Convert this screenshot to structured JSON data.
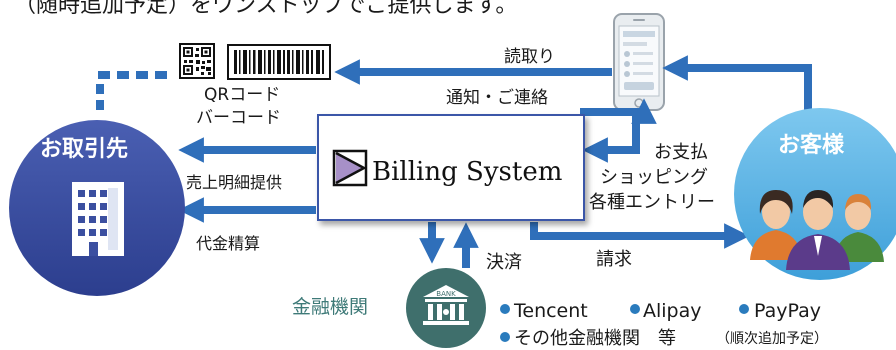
{
  "header_text": "（随時追加予定）をワンストップでご提供します。",
  "system": {
    "name": "Billing System"
  },
  "partner": {
    "label": "お取引先"
  },
  "customer": {
    "label": "お客様"
  },
  "bank": {
    "label": "金融機関",
    "badge": "BANK"
  },
  "codes": {
    "qr_label": "QRコード",
    "barcode_label": "バーコード"
  },
  "flows": {
    "read": "読取り",
    "notify": "通知・ご連絡",
    "pay_lines": [
      "お支払",
      "ショッピング",
      "各種エントリー"
    ],
    "sales_detail": "売上明細提供",
    "settlement": "代金精算",
    "billing": "請求",
    "payment": "決済"
  },
  "providers": {
    "row1": [
      "Tencent",
      "Alipay",
      "PayPay"
    ],
    "row2_main": "その他金融機関　等",
    "row2_note": "（順次追加予定）"
  },
  "colors": {
    "arrow": "#2f6fba",
    "partner_circle": "#3b4fa0",
    "customer_circle": "#5ab3e6",
    "bank_circle": "#3f6f6c",
    "bank_label": "#3e7a78",
    "provider_bullet": "#2a7bbd"
  }
}
